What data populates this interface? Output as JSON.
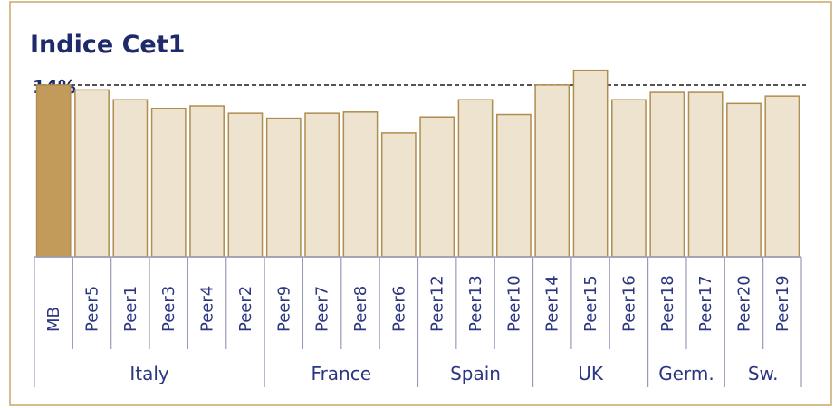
{
  "chart_data": {
    "type": "bar",
    "title": "Indice Cet1",
    "reference": {
      "label": "14%",
      "value": 14
    },
    "categories": [
      "MB",
      "Peer5",
      "Peer1",
      "Peer3",
      "Peer4",
      "Peer2",
      "Peer9",
      "Peer7",
      "Peer8",
      "Peer6",
      "Peer12",
      "Peer13",
      "Peer10",
      "Peer14",
      "Peer15",
      "Peer16",
      "Peer18",
      "Peer17",
      "Peer20",
      "Peer19"
    ],
    "values": [
      14.0,
      13.6,
      12.8,
      12.1,
      12.3,
      11.7,
      11.3,
      11.7,
      11.8,
      10.1,
      11.4,
      12.8,
      11.6,
      14.0,
      15.2,
      12.8,
      13.4,
      13.4,
      12.5,
      13.1
    ],
    "groups": [
      {
        "label": "Italy",
        "count": 6
      },
      {
        "label": "France",
        "count": 4
      },
      {
        "label": "Spain",
        "count": 3
      },
      {
        "label": "UK",
        "count": 3
      },
      {
        "label": "Germ.",
        "count": 2
      },
      {
        "label": "Sw.",
        "count": 2
      }
    ],
    "ylim": [
      0,
      16.5
    ],
    "grid": false,
    "colors": {
      "highlight": "#c29a5a",
      "bar": "#ede3cf",
      "bar_border": "#b08d50",
      "text": "#2b3580",
      "title": "#1f2a6b",
      "axis": "#9a9ab8",
      "frame": "#c9a86a"
    }
  }
}
